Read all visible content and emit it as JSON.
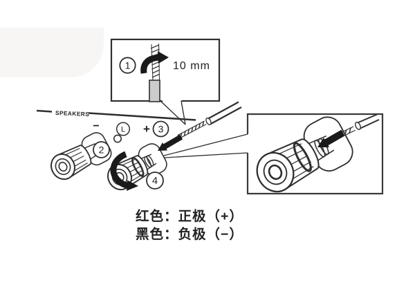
{
  "illustration": {
    "callout": {
      "strip_length": "10 mm"
    },
    "panel": {
      "section_label": "SPEAKERS",
      "negative_sign": "−",
      "positive_sign": "+",
      "channel_label": "L"
    },
    "steps": {
      "step1": "1",
      "step2": "2",
      "step3": "3",
      "step4": "4"
    },
    "legend": {
      "red_line": "红色：正极（+）",
      "black_line": "黑色：负极（−）"
    },
    "colors": {
      "ink": "#2f2f2f",
      "arrow": "#1a1a1a",
      "wire_jacket": "#cccccc",
      "background": "#ffffff"
    }
  }
}
